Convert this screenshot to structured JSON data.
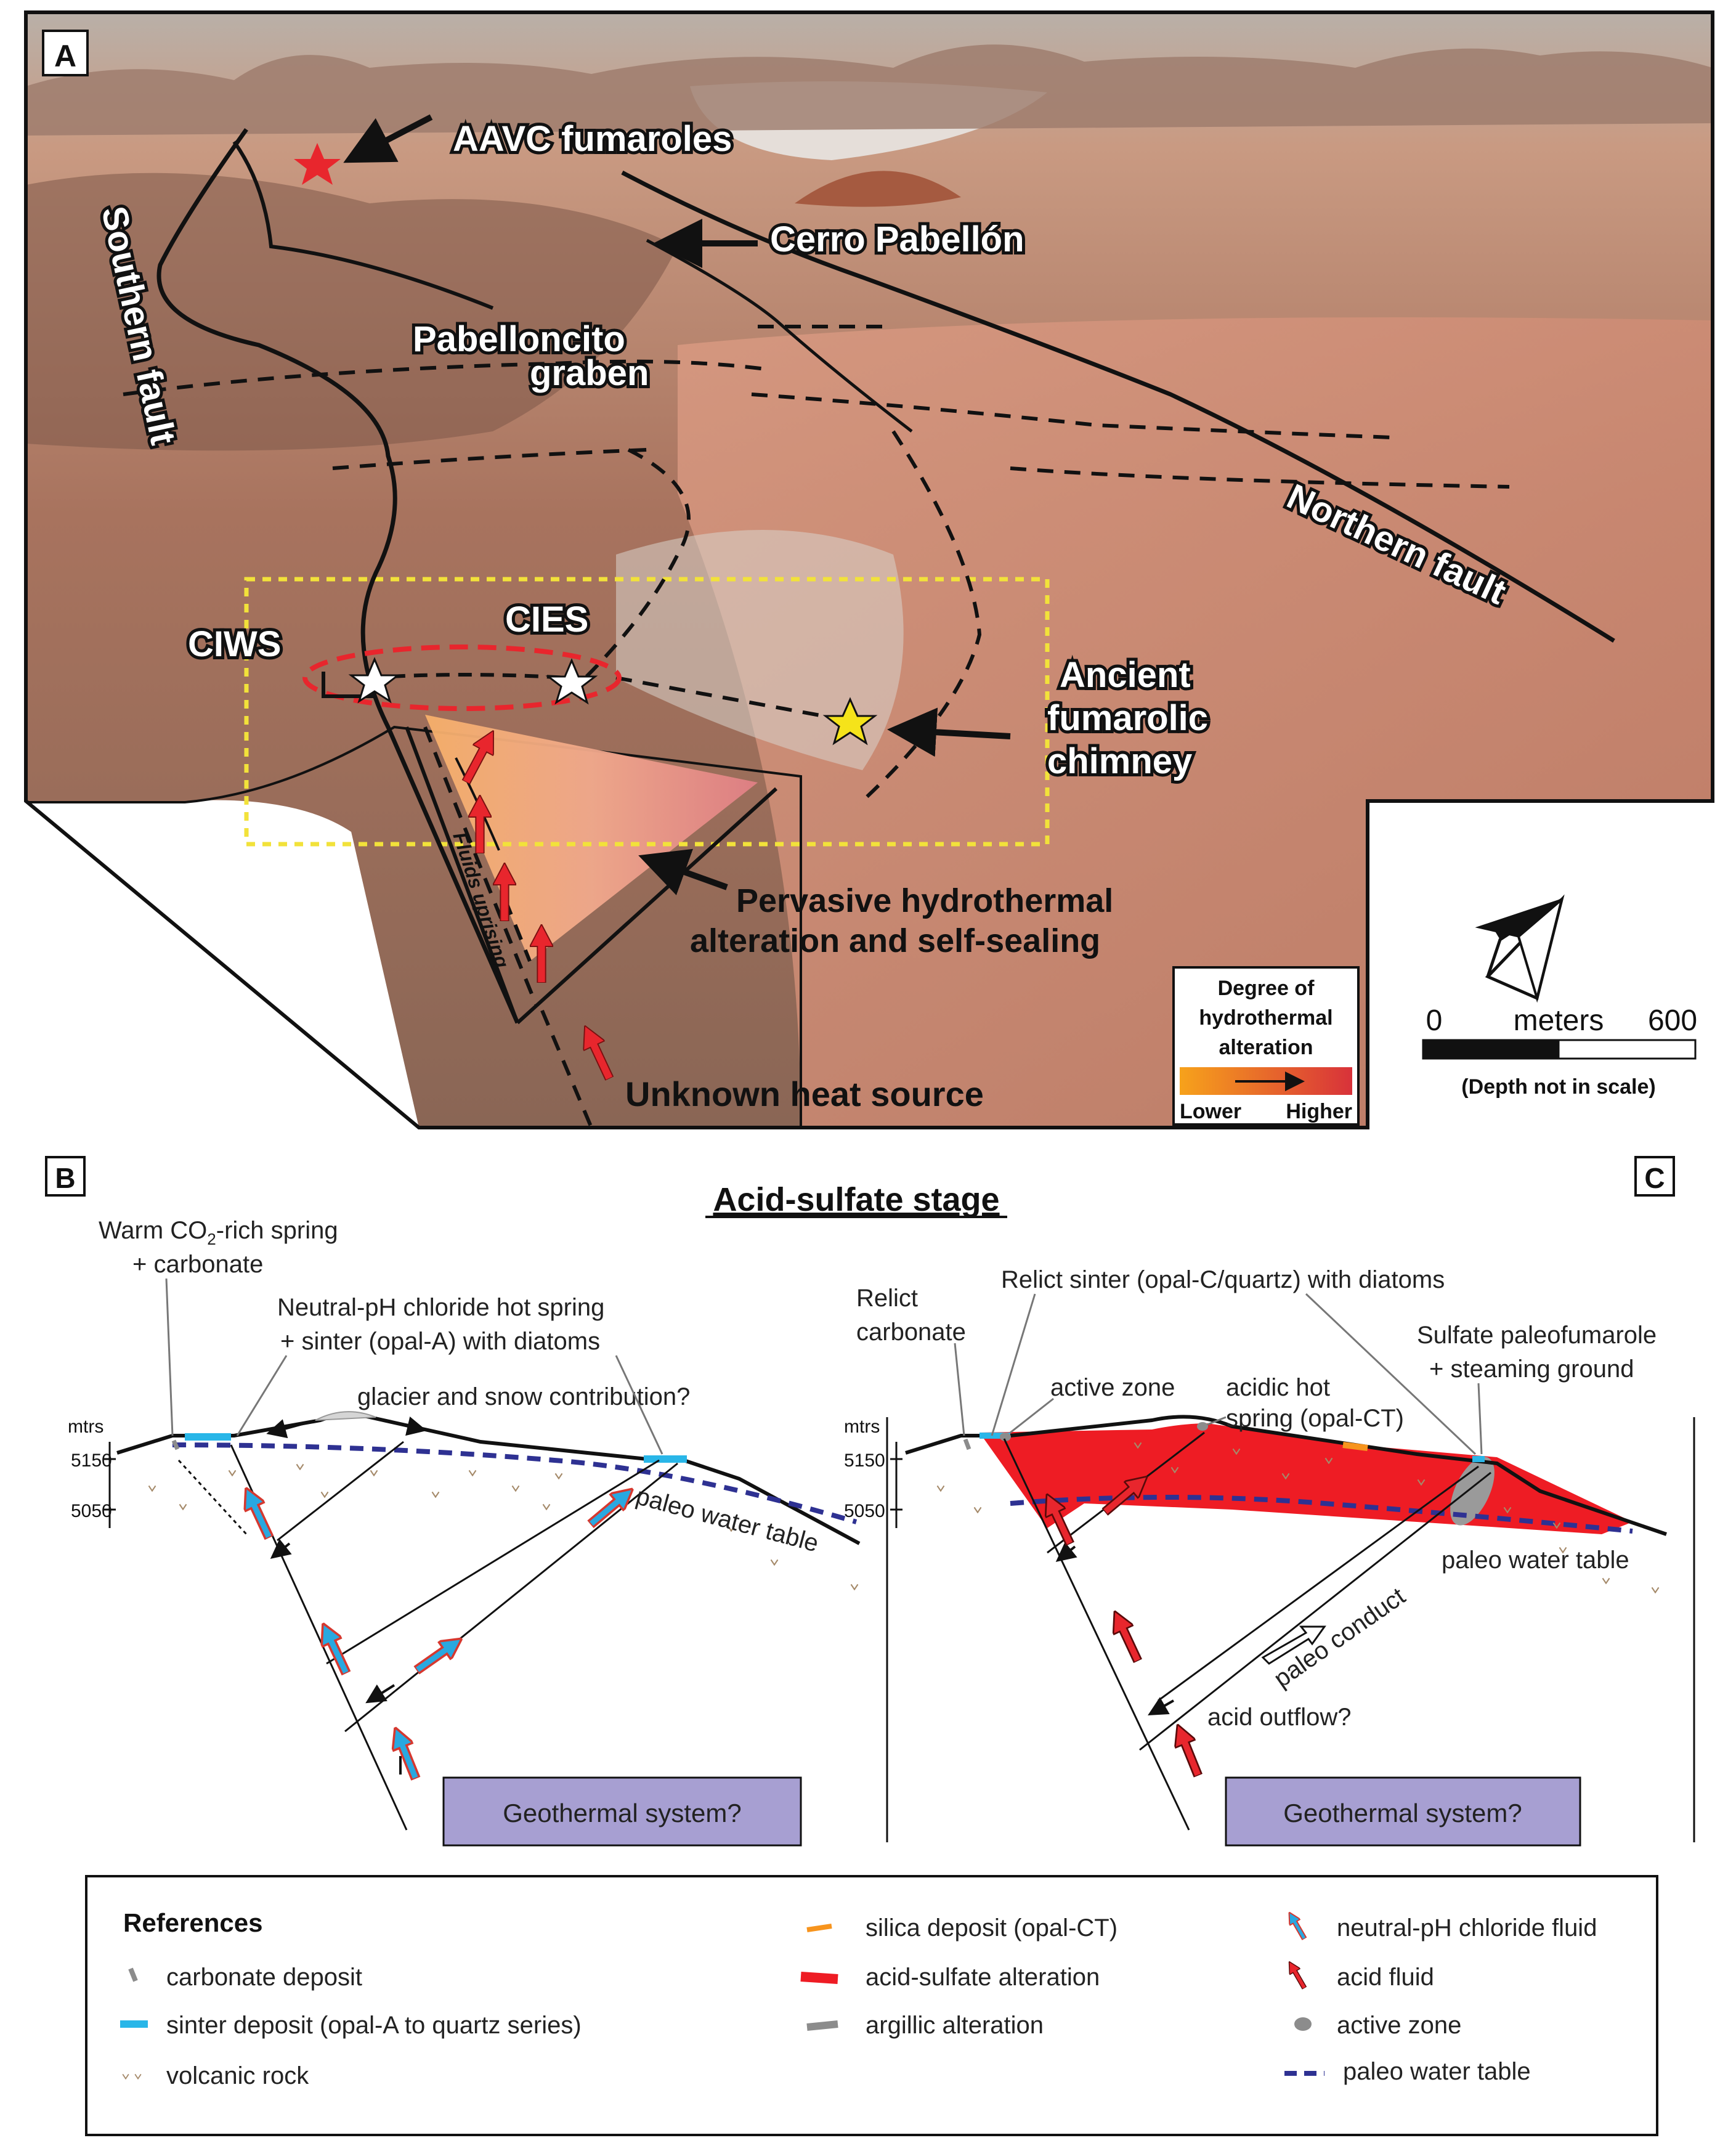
{
  "panel_a": {
    "label": "A",
    "labels": {
      "aavc": "AAVC fumaroles",
      "cerro": "Cerro Pabellón",
      "pab1": "Pabelloncito",
      "pab2": "graben",
      "southern": "Southern fault",
      "northern": "Northern fault",
      "ciws": "CIWS",
      "cies": "CIES",
      "anc1": "Ancient",
      "anc2": "fumarolic",
      "anc3": "chimney",
      "fluids": "Fluids uprising",
      "perv1": "Pervasive hydrothermal",
      "perv2": "alteration and self-sealing",
      "heat": "Unknown heat source"
    },
    "degree_legend": {
      "title1": "Degree of",
      "title2": "hydrothermal",
      "title3": "alteration",
      "lower": "Lower",
      "higher": "Higher",
      "color_low": "#f7a21b",
      "color_high": "#d8323a"
    },
    "scale": {
      "zero": "0",
      "unit": "meters",
      "max": "600",
      "note": "(Depth not in scale)"
    }
  },
  "title": "Acid-sulfate stage",
  "panel_b": {
    "label": "B",
    "callouts": {
      "warm1": "Warm CO",
      "warm_sub": "2",
      "warm1b": "-rich spring",
      "warm2": "+ carbonate",
      "neutral1": "Neutral-pH chloride hot spring",
      "neutral2": "+ sinter (opal-A)  with diatoms",
      "glacier": "glacier and snow contribution?",
      "paleo": "paleo water table",
      "geo": "Geothermal system?"
    },
    "axis": {
      "unit": "mtrs",
      "y1": "5150",
      "y2": "5050"
    }
  },
  "panel_c": {
    "label": "C",
    "callouts": {
      "relict1": "Relict",
      "relict2": "carbonate",
      "relict_sinter": "Relict sinter (opal-C/quartz) with diatoms",
      "sulfate1": "Sulfate paleofumarole",
      "sulfate2": "+ steaming ground",
      "active": "active zone",
      "acidic1": "acidic hot",
      "acidic2": "spring (opal-CT)",
      "paleo": "paleo water table",
      "conduct": "paleo conduct",
      "outflow": "acid outflow?",
      "geo": "Geothermal system?"
    },
    "axis": {
      "unit": "mtrs",
      "y1": "5150",
      "y2": "5050"
    }
  },
  "references": {
    "title": "References",
    "items": {
      "carbonate": "carbonate deposit",
      "sinter": "sinter deposit (opal-A to quartz series)",
      "volcanic": "volcanic rock",
      "silica": "silica deposit (opal-CT)",
      "acid_alt": "acid-sulfate alteration",
      "argillic": "argillic alteration",
      "neutral_fluid": "neutral-pH chloride fluid",
      "acid_fluid": "acid fluid",
      "active": "active zone",
      "paleo_wt": "paleo water table"
    }
  },
  "colors": {
    "sinter": "#29b6e8",
    "acid_sulfate": "#ee1c24",
    "silica": "#f7941d",
    "argillic": "#8c8c8c",
    "water_table": "#2e3192",
    "geo_box": "#a79fd2",
    "fault_box": "#f2e23a",
    "ellipse": "#e8262d",
    "star_red": "#e8262d",
    "star_yellow": "#f5e31a"
  }
}
